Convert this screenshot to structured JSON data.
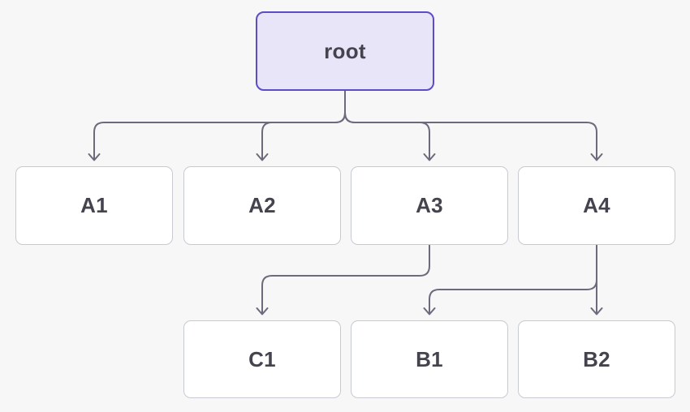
{
  "diagram": {
    "background_color": "#f7f7f8",
    "edge_color": "#6d6a7c",
    "node_border_color": "#c8cad2",
    "node_fill_color": "#ffffff",
    "node_text_color": "#45434e",
    "root_node_fill_color": "#e9e5f8",
    "root_node_border_color": "#5b4cc8",
    "nodes": [
      {
        "id": "root",
        "label": "root"
      },
      {
        "id": "A1",
        "label": "A1"
      },
      {
        "id": "A2",
        "label": "A2"
      },
      {
        "id": "A3",
        "label": "A3"
      },
      {
        "id": "A4",
        "label": "A4"
      },
      {
        "id": "C1",
        "label": "C1"
      },
      {
        "id": "B1",
        "label": "B1"
      },
      {
        "id": "B2",
        "label": "B2"
      }
    ],
    "edges": [
      {
        "from": "root",
        "to": "A1"
      },
      {
        "from": "root",
        "to": "A2"
      },
      {
        "from": "root",
        "to": "A3"
      },
      {
        "from": "root",
        "to": "A4"
      },
      {
        "from": "A3",
        "to": "C1"
      },
      {
        "from": "A4",
        "to": "B1"
      },
      {
        "from": "A4",
        "to": "B2"
      }
    ]
  }
}
